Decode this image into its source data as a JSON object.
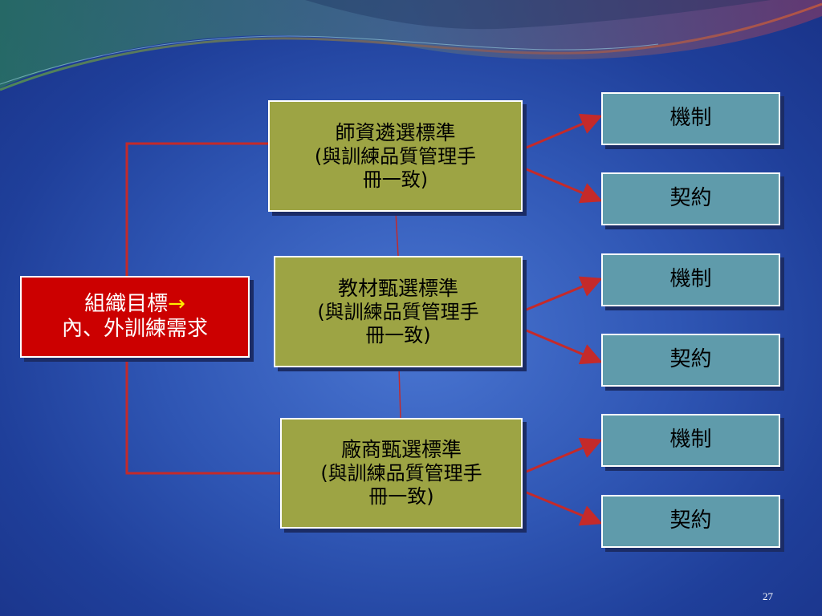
{
  "goal": {
    "line1": "組織目標",
    "arrow": "→",
    "line2": "內、外訓練需求"
  },
  "criteria": [
    {
      "title": "師資遴選標準",
      "subtitle": "(與訓練品質管理手",
      "subtitle2": "冊一致)"
    },
    {
      "title": "教材甄選標準",
      "subtitle": "(與訓練品質管理手",
      "subtitle2": "冊一致)"
    },
    {
      "title": "廠商甄選標準",
      "subtitle": "(與訓練品質管理手",
      "subtitle2": "冊一致)"
    }
  ],
  "results": [
    {
      "label": "機制"
    },
    {
      "label": "契約"
    },
    {
      "label": "機制"
    },
    {
      "label": "契約"
    },
    {
      "label": "機制"
    },
    {
      "label": "契約"
    }
  ],
  "page_number": "27",
  "colors": {
    "goal_fill": "#cc0000",
    "criteria_fill": "#9da444",
    "result_fill": "#5f9bab",
    "connector": "#c42a2a",
    "highlight_arrow": "#ffef00"
  }
}
